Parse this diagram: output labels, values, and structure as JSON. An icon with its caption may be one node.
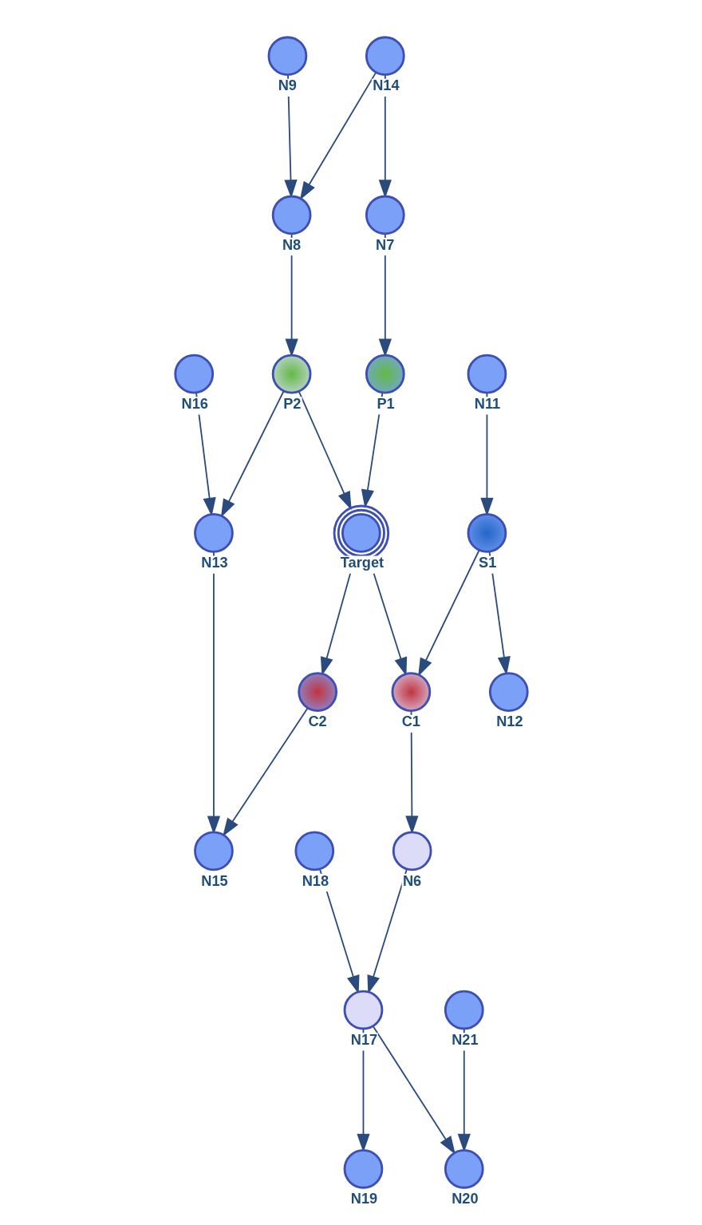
{
  "diagram": {
    "nodes": [
      {
        "text": [
          "N14"
        ]
      },
      {
        "text": [
          "N9"
        ]
      },
      {
        "text": [
          "N7"
        ]
      },
      {
        "text": [
          "N8"
        ]
      },
      {
        "text": [
          "N11"
        ]
      },
      {
        "text": [
          "P1"
        ]
      },
      {
        "text": [
          "P2"
        ]
      },
      {
        "text": [
          "N16"
        ]
      },
      {
        "text": [
          "S1"
        ]
      },
      {
        "text": [
          "Target"
        ]
      },
      {
        "text": [
          "N13"
        ]
      },
      {
        "text": [
          "N12"
        ]
      },
      {
        "text": [
          "C1"
        ]
      },
      {
        "text": [
          "C2"
        ]
      },
      {
        "text": [
          "N18"
        ]
      },
      {
        "text": [
          "N6"
        ]
      },
      {
        "text": [
          "N15"
        ]
      },
      {
        "text": [
          "N17"
        ]
      },
      {
        "text": [
          "N21"
        ]
      },
      {
        "text": [
          "N19"
        ]
      },
      {
        "text": [
          "N20"
        ]
      }
    ],
    "edges": [
      {
        "from": 0,
        "to": 2,
        "arrow": "to"
      },
      {
        "from": 0,
        "to": 3,
        "arrow": "to"
      },
      {
        "from": 1,
        "to": 3,
        "arrow": "to"
      },
      {
        "from": 2,
        "to": 5,
        "arrow": "to"
      },
      {
        "from": 3,
        "to": 6,
        "arrow": "to"
      },
      {
        "from": 4,
        "to": 8,
        "arrow": "to"
      },
      {
        "from": 5,
        "to": 9,
        "arrow": "to"
      },
      {
        "from": 6,
        "to": 9,
        "arrow": "to"
      },
      {
        "from": 6,
        "to": 10,
        "arrow": "to"
      },
      {
        "from": 7,
        "to": 10,
        "arrow": "to"
      },
      {
        "from": 8,
        "to": 11,
        "arrow": "to"
      },
      {
        "from": 8,
        "to": 12,
        "arrow": "to"
      },
      {
        "from": 9,
        "to": 12,
        "arrow": "to"
      },
      {
        "from": 9,
        "to": 13,
        "arrow": "to"
      },
      {
        "from": 10,
        "to": 16,
        "arrow": "to"
      },
      {
        "from": 13,
        "to": 16,
        "arrow": "to"
      },
      {
        "from": 12,
        "to": 15,
        "arrow": "to"
      },
      {
        "from": 14,
        "to": 17,
        "arrow": "to"
      },
      {
        "from": 15,
        "to": 17,
        "arrow": "to"
      },
      {
        "from": 17,
        "to": 19,
        "arrow": "to"
      },
      {
        "from": 17,
        "to": 20,
        "arrow": "to"
      },
      {
        "from": 18,
        "to": 20,
        "arrow": "to"
      }
    ]
  }
}
